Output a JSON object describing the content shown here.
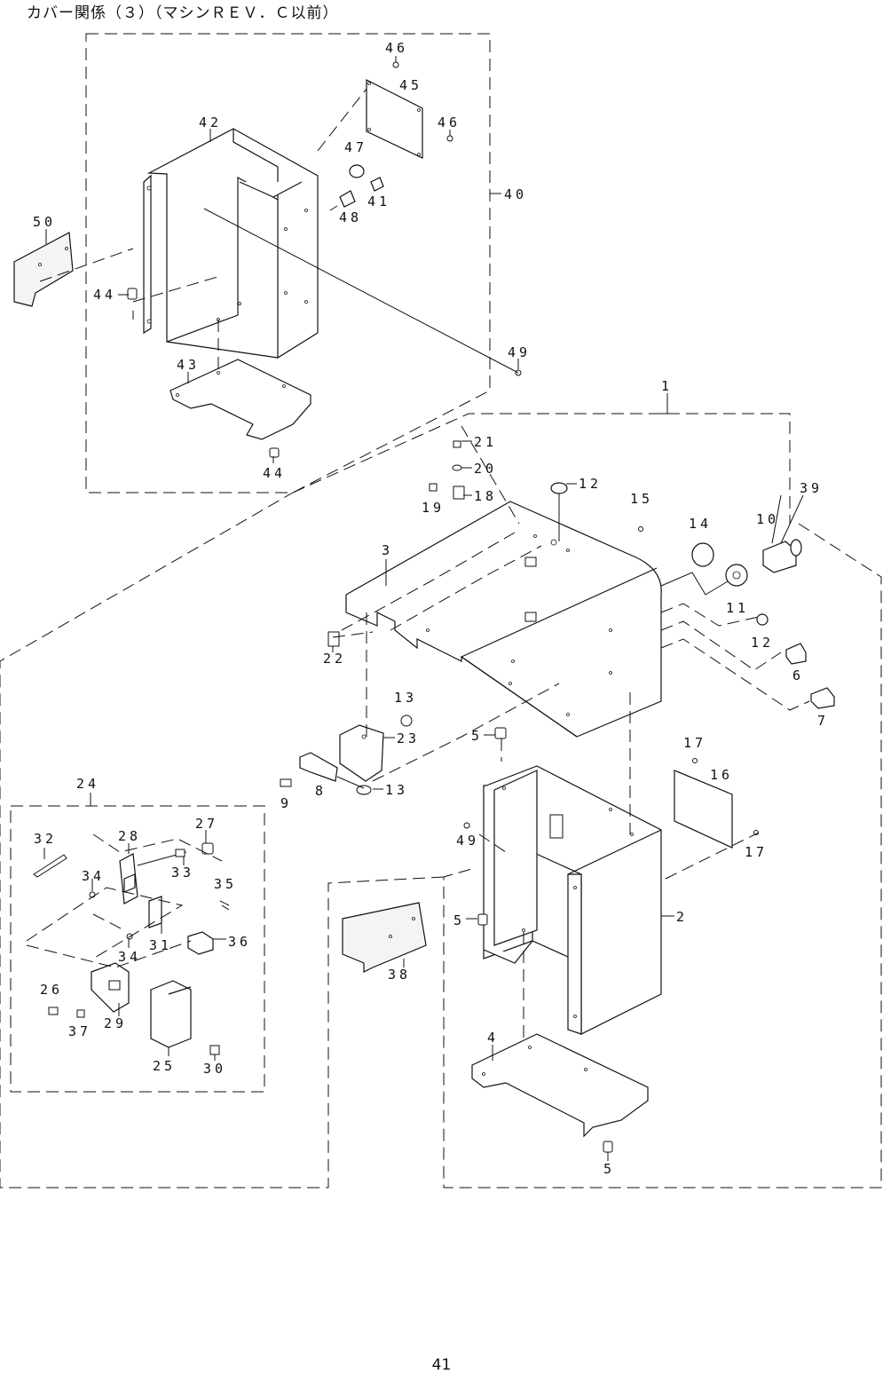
{
  "title": "カバー関係（３）（マシンＲＥＶ．Ｃ以前）",
  "page_number": "41",
  "callouts": [
    {
      "id": "c46a",
      "text": "46"
    },
    {
      "id": "c45",
      "text": "45"
    },
    {
      "id": "c46b",
      "text": "46"
    },
    {
      "id": "c42",
      "text": "42"
    },
    {
      "id": "c47",
      "text": "47"
    },
    {
      "id": "c40",
      "text": "40"
    },
    {
      "id": "c41",
      "text": "41"
    },
    {
      "id": "c48",
      "text": "48"
    },
    {
      "id": "c50",
      "text": "50"
    },
    {
      "id": "c44a",
      "text": "44"
    },
    {
      "id": "c49a",
      "text": "49"
    },
    {
      "id": "c43",
      "text": "43"
    },
    {
      "id": "c44b",
      "text": "44"
    },
    {
      "id": "c1",
      "text": "1"
    },
    {
      "id": "c21",
      "text": "21"
    },
    {
      "id": "c20",
      "text": "20"
    },
    {
      "id": "c12a",
      "text": "12"
    },
    {
      "id": "c19",
      "text": "19"
    },
    {
      "id": "c18",
      "text": "18"
    },
    {
      "id": "c15",
      "text": "15"
    },
    {
      "id": "c39",
      "text": "39"
    },
    {
      "id": "c14",
      "text": "14"
    },
    {
      "id": "c10",
      "text": "10"
    },
    {
      "id": "c3",
      "text": "3"
    },
    {
      "id": "c11",
      "text": "11"
    },
    {
      "id": "c12b",
      "text": "12"
    },
    {
      "id": "c22",
      "text": "22"
    },
    {
      "id": "c6",
      "text": "6"
    },
    {
      "id": "c7",
      "text": "7"
    },
    {
      "id": "c13a",
      "text": "13"
    },
    {
      "id": "c5a",
      "text": "5"
    },
    {
      "id": "c23",
      "text": "23"
    },
    {
      "id": "c17a",
      "text": "17"
    },
    {
      "id": "c16",
      "text": "16"
    },
    {
      "id": "c24",
      "text": "24"
    },
    {
      "id": "c9",
      "text": "9"
    },
    {
      "id": "c8",
      "text": "8"
    },
    {
      "id": "c13b",
      "text": "13"
    },
    {
      "id": "c32",
      "text": "32"
    },
    {
      "id": "c28",
      "text": "28"
    },
    {
      "id": "c27",
      "text": "27"
    },
    {
      "id": "c49b",
      "text": "49"
    },
    {
      "id": "c17b",
      "text": "17"
    },
    {
      "id": "c34a",
      "text": "34"
    },
    {
      "id": "c33",
      "text": "33"
    },
    {
      "id": "c35",
      "text": "35"
    },
    {
      "id": "c2",
      "text": "2"
    },
    {
      "id": "c5b",
      "text": "5"
    },
    {
      "id": "c34b",
      "text": "34"
    },
    {
      "id": "c31",
      "text": "31"
    },
    {
      "id": "c36",
      "text": "36"
    },
    {
      "id": "c38",
      "text": "38"
    },
    {
      "id": "c26",
      "text": "26"
    },
    {
      "id": "c37",
      "text": "37"
    },
    {
      "id": "c29",
      "text": "29"
    },
    {
      "id": "c4",
      "text": "4"
    },
    {
      "id": "c25",
      "text": "25"
    },
    {
      "id": "c30",
      "text": "30"
    },
    {
      "id": "c5c",
      "text": "5"
    }
  ]
}
